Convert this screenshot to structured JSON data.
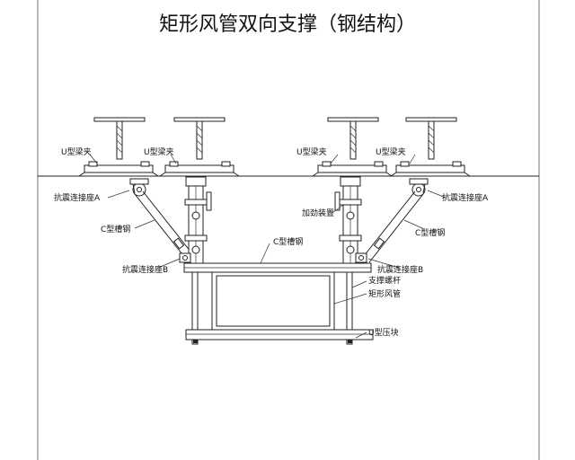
{
  "title": "矩形风管双向支撑（钢结构）",
  "labels": {
    "u_clamp": "U型梁夹",
    "anti_seismic_a": "抗震连接座A",
    "anti_seismic_b": "抗震连接座B",
    "c_channel": "C型槽钢",
    "stiffener": "加劲装置",
    "support_rod": "支撑螺杆",
    "duct": "矩形风管",
    "u_press": "U型压块"
  },
  "colors": {
    "line": "#222222",
    "background": "#ffffff"
  }
}
